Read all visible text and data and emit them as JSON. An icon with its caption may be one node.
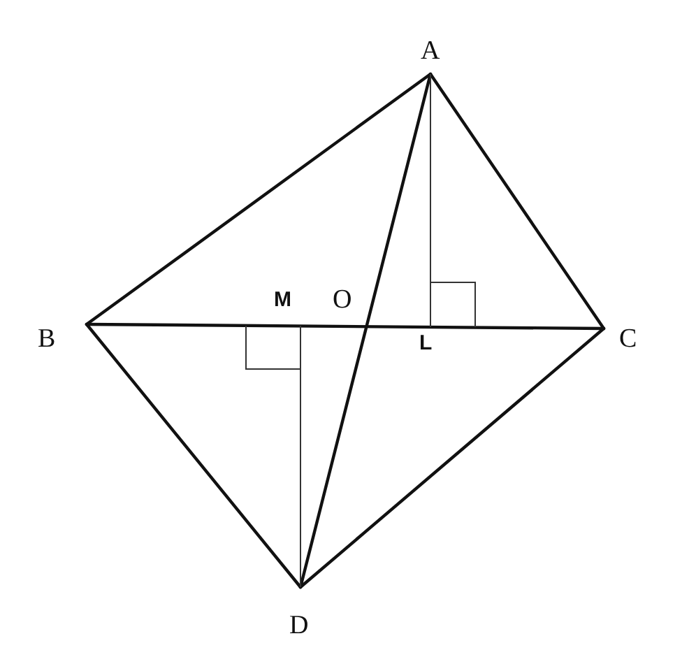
{
  "diagram": {
    "labels": [
      "A",
      "M",
      "O",
      "B",
      "L",
      "C",
      "D"
    ]
  }
}
